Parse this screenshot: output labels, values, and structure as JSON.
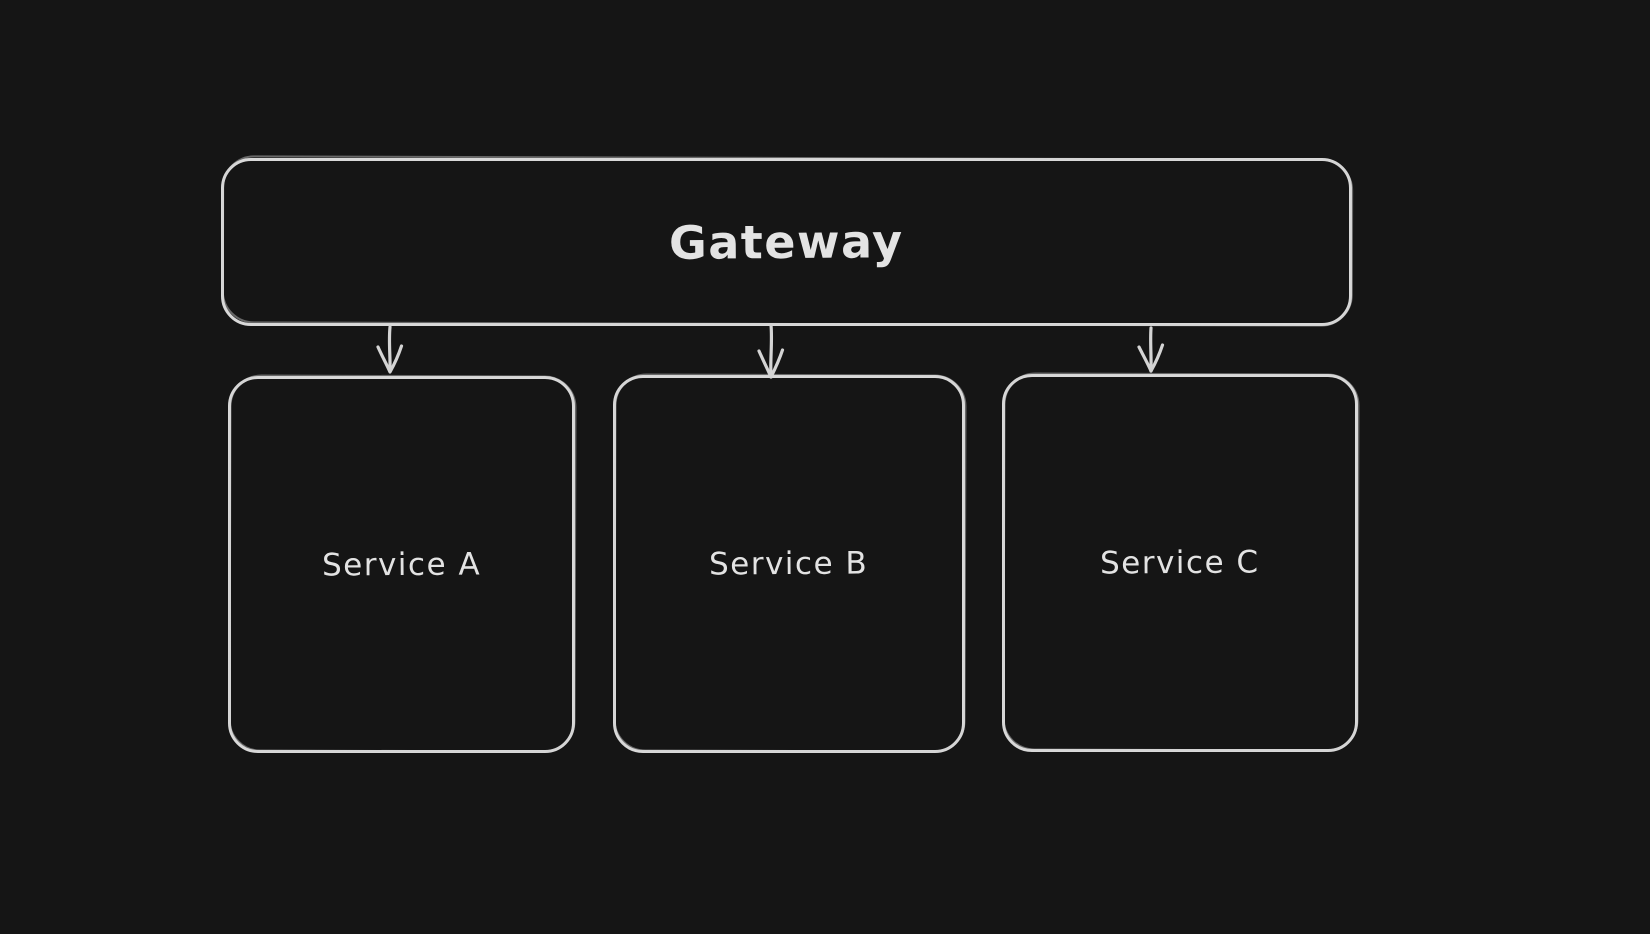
{
  "diagram": {
    "background_color": "#151515",
    "stroke_color": "#d9d9d9",
    "text_color": "#e3e3e3",
    "nodes": [
      {
        "id": "gateway",
        "label": "Gateway"
      },
      {
        "id": "service-a",
        "label": "Service A"
      },
      {
        "id": "service-b",
        "label": "Service B"
      },
      {
        "id": "service-c",
        "label": "Service C"
      }
    ],
    "edges": [
      {
        "from": "gateway",
        "to": "service-a"
      },
      {
        "from": "gateway",
        "to": "service-b"
      },
      {
        "from": "gateway",
        "to": "service-c"
      }
    ]
  }
}
